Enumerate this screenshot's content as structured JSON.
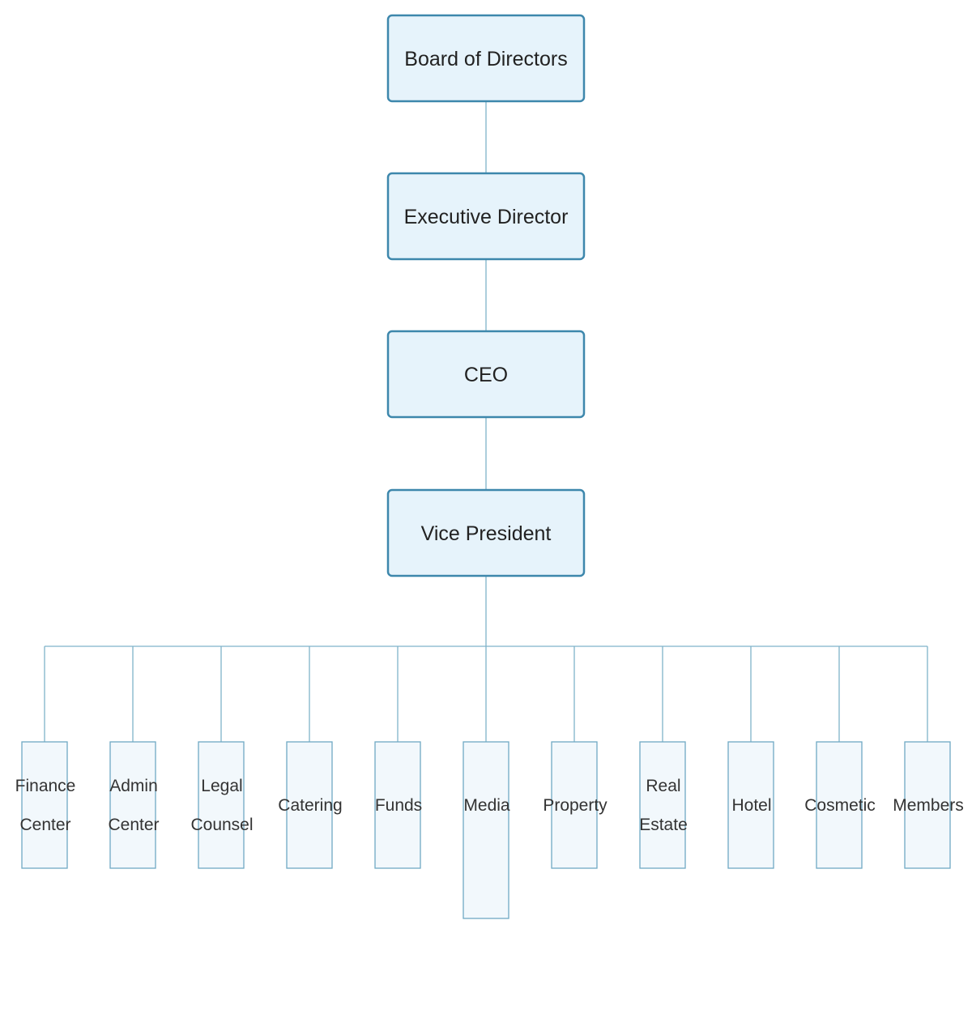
{
  "chain": [
    {
      "id": "board-of-directors",
      "label": "Board of Directors"
    },
    {
      "id": "executive-director",
      "label": "Executive Director"
    },
    {
      "id": "ceo",
      "label": "CEO"
    },
    {
      "id": "vice-president",
      "label": "Vice President"
    }
  ],
  "departments": [
    {
      "id": "finance-center",
      "lines": [
        "Finance",
        "Center"
      ]
    },
    {
      "id": "admin-center",
      "lines": [
        "Admin",
        "Center"
      ]
    },
    {
      "id": "legal-counsel",
      "lines": [
        "Legal",
        "Counsel"
      ]
    },
    {
      "id": "catering",
      "lines": [
        "Catering"
      ]
    },
    {
      "id": "funds",
      "lines": [
        "Funds"
      ]
    },
    {
      "id": "media",
      "lines": [
        "Media"
      ]
    },
    {
      "id": "property",
      "lines": [
        "Property"
      ]
    },
    {
      "id": "real-estate",
      "lines": [
        "Real",
        "Estate"
      ]
    },
    {
      "id": "hotel",
      "lines": [
        "Hotel"
      ]
    },
    {
      "id": "cosmetic",
      "lines": [
        "Cosmetic"
      ]
    },
    {
      "id": "members",
      "lines": [
        "Members"
      ]
    }
  ],
  "colors": {
    "box_fill": "#e6f3fb",
    "box_stroke": "#3d87ac",
    "connector": "#7fb3c9",
    "dept_fill": "#f2f8fc",
    "dept_stroke": "#6fa9c4"
  }
}
